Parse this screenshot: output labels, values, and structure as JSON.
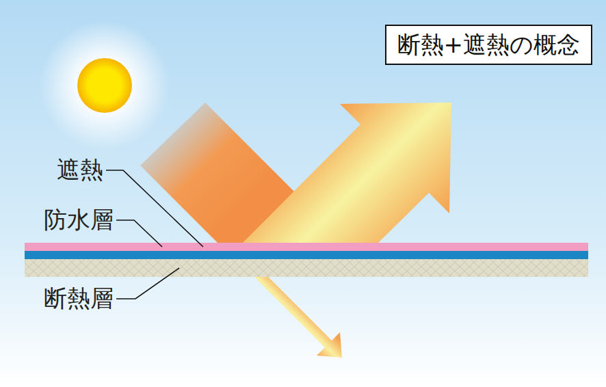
{
  "diagram": {
    "title": "断熱+遮熱の概念",
    "labels": [
      "遮熱",
      "防水層",
      "断熱層"
    ]
  }
}
